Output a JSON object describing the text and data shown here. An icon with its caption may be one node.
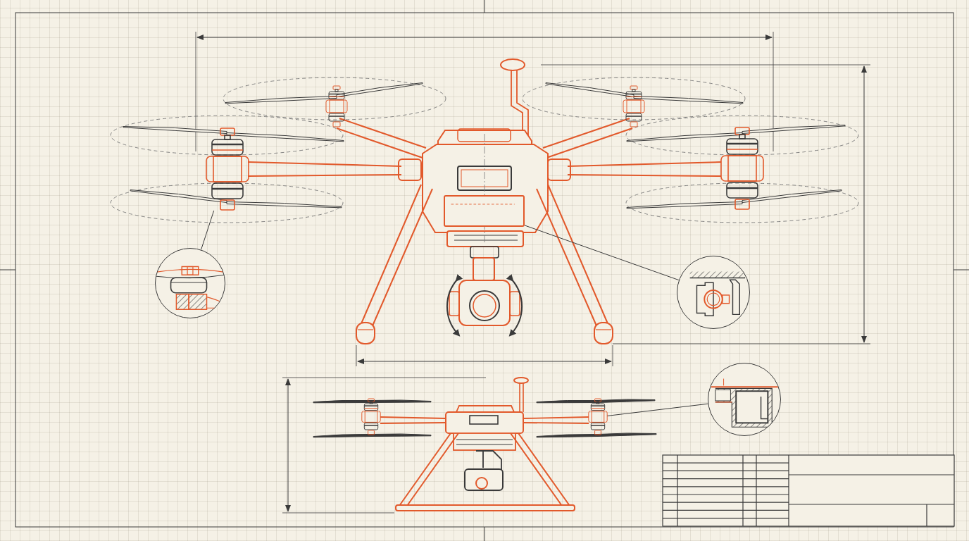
{
  "diagram": {
    "nodes": [
      {
        "text": [],
        "shape": "picture"
      },
      {
        "text": [],
        "shape": "circle"
      },
      {
        "text": [],
        "shape": "box"
      },
      {
        "text": [],
        "shape": "circle"
      },
      {
        "text": [],
        "shape": "picture"
      },
      {
        "text": [],
        "shape": "circle"
      }
    ],
    "edges": [
      {
        "from": 1,
        "to": 0,
        "arrow": "none"
      },
      {
        "from": 3,
        "to": 2,
        "arrow": "none"
      },
      {
        "from": 5,
        "to": 4,
        "arrow": "none"
      }
    ]
  }
}
